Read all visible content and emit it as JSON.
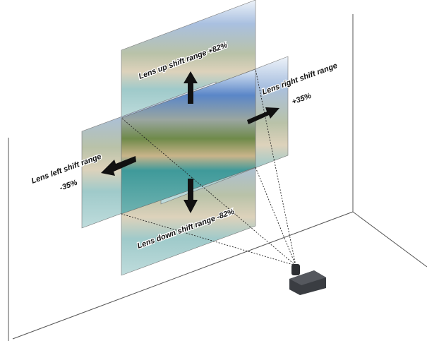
{
  "labels": {
    "up": "Lens up shift range +82%",
    "right": "Lens right shift range",
    "right_value": "+35%",
    "left": "Lens left shift range",
    "left_value": "-35%",
    "down": "Lens down shift range -82%"
  },
  "colors": {
    "arrow": "#111111",
    "sky": "#5a86c8",
    "sea": "#2f8f8f",
    "wall_line": "#555555",
    "projector": "#3a3d42"
  }
}
